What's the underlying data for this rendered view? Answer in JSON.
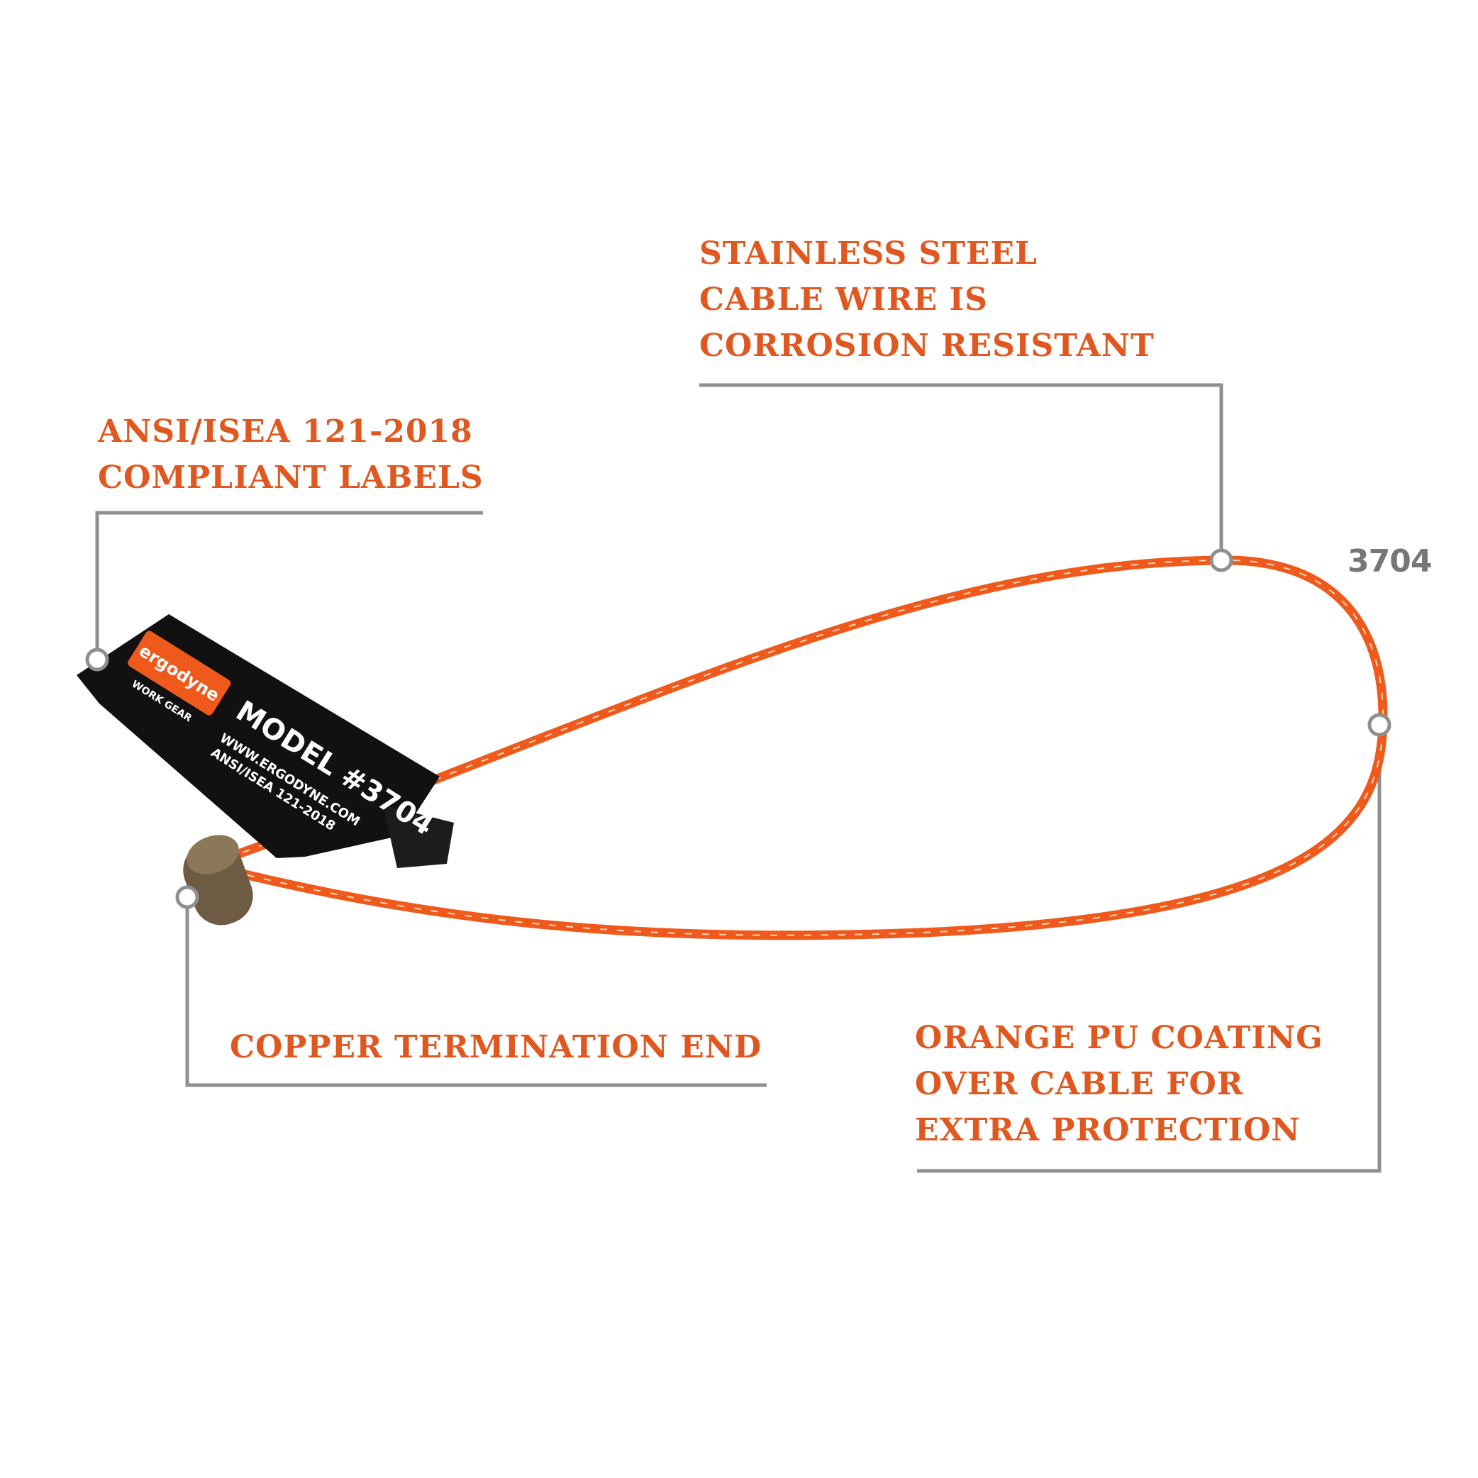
{
  "colors": {
    "accent": "#e0581f",
    "leader_line": "#8f8f8f",
    "cable": "#ef5a1c",
    "cable_highlight": "#ffd9b8",
    "tag_black": "#111111",
    "copper": "#6e5b43",
    "model_gray": "#777777"
  },
  "callouts": {
    "steel": [
      "STAINLESS STEEL",
      "CABLE WIRE IS",
      "CORROSION RESISTANT"
    ],
    "ansi": [
      "ANSI/ISEA 121-2018",
      "COMPLIANT LABELS"
    ],
    "copper": [
      "COPPER TERMINATION END"
    ],
    "pu": [
      "ORANGE PU COATING",
      "OVER CABLE FOR",
      "EXTRA PROTECTION"
    ]
  },
  "model_number": "3704",
  "tag": {
    "brand": "ergodyne",
    "brand_sub": "WORK GEAR",
    "model": "MODEL #3704",
    "url": "WWW.ERGODYNE.COM",
    "standard": "ANSI/ISEA 121-2018"
  },
  "icons": {
    "tag": "label-tag-icon",
    "cable": "cable-loop-icon",
    "end": "copper-ferrule-icon"
  }
}
